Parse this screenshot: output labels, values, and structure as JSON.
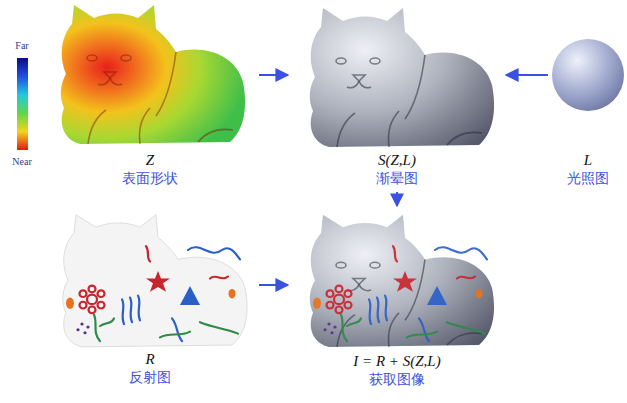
{
  "diagram": {
    "nodes": [
      {
        "text": [
          "Z",
          "表面形状"
        ]
      },
      {
        "text": [
          "S(Z,L)",
          "渐晕图"
        ]
      },
      {
        "text": [
          "L",
          "光照图"
        ]
      },
      {
        "text": [
          "R",
          "反射图"
        ]
      },
      {
        "text": [
          "I = R + S(Z,L)",
          "获取图像"
        ]
      }
    ],
    "edges": [
      {
        "from": 0,
        "to": 1,
        "arrow": "to"
      },
      {
        "from": 2,
        "to": 1,
        "arrow": "to"
      },
      {
        "from": 1,
        "to": 4,
        "arrow": "to"
      },
      {
        "from": 3,
        "to": 4,
        "arrow": "to"
      }
    ],
    "labels": [
      "Far",
      "Near"
    ]
  }
}
